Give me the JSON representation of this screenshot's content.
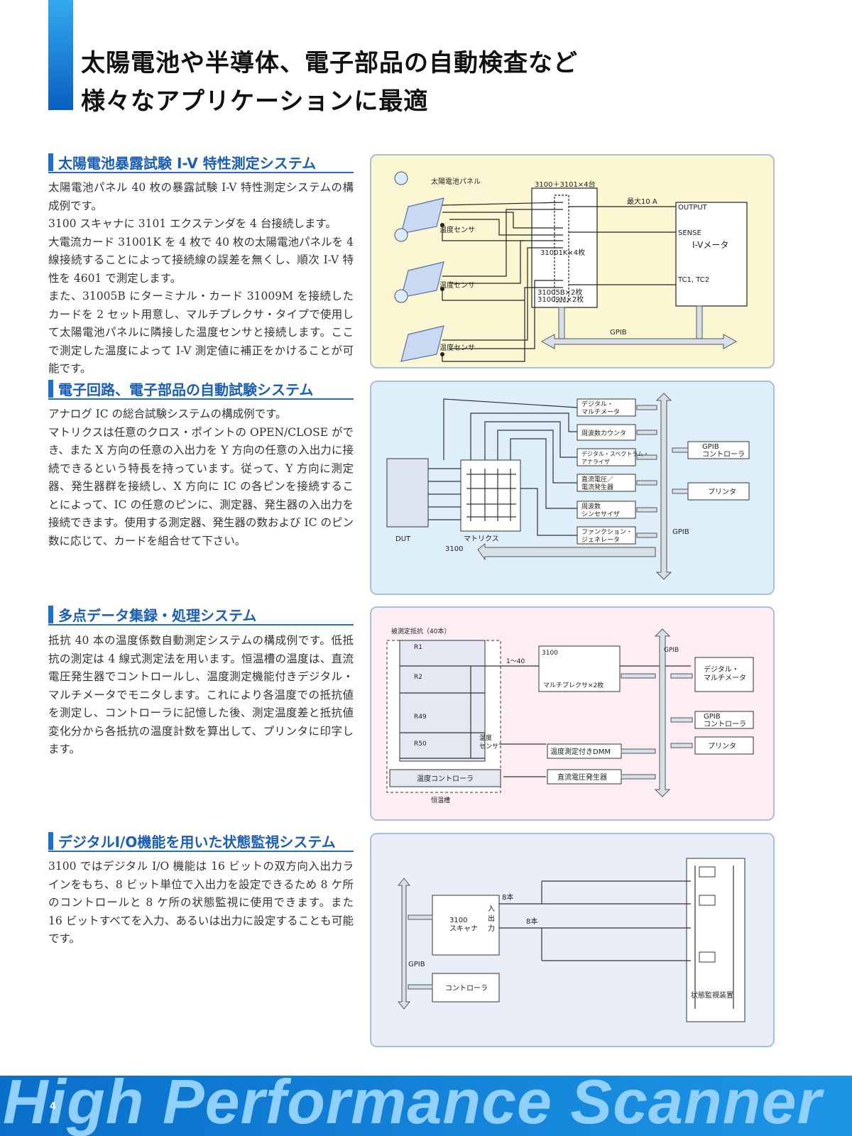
{
  "headline": {
    "line1": "太陽電池や半導体、電子部品の自動検査など",
    "line2": "様々なアプリケーションに最適"
  },
  "sections": [
    {
      "title": "太陽電池暴露試験 I-V 特性測定システム",
      "paragraphs": [
        "太陽電池パネル 40 枚の暴露試験 I-V 特性測定システムの構成例です。",
        "3100 スキャナに 3101 エクステンダを 4 台接続します。",
        "大電流カード 31001K を 4 枚で 40 枚の太陽電池パネルを 4 線接続することによって接続線の誤差を無くし、順次 I-V 特性を 4601 で測定します。",
        "また、31005B にターミナル・カード 31009M を接続したカードを 2 セット用意し、マルチプレクサ・タイプで使用して太陽電池パネルに隣接した温度センサと接続します。ここで測定した温度によって I-V 測定値に補正をかけることが可能です。"
      ]
    },
    {
      "title": "電子回路、電子部品の自動試験システム",
      "paragraphs": [
        "アナログ IC の総合試験システムの構成例です。",
        "マトリクスは任意のクロス・ポイントの OPEN/CLOSE ができ、また X 方向の任意の入出力を Y 方向の任意の入出力に接続できるという特長を持っています。従って、Y 方向に測定器、発生器群を接続し、X 方向に IC の各ピンを接続することによって、IC の任意のピンに、測定器、発生器の入出力を接続できます。使用する測定器、発生器の数および IC のピン数に応じて、カードを組合せて下さい。"
      ]
    },
    {
      "title": "多点データ集録・処理システム",
      "paragraphs": [
        "抵抗 40 本の温度係数自動測定システムの構成例です。低抵抗の測定は 4 線式測定法を用います。恒温槽の温度は、直流電圧発生器でコントロールし、温度測定機能付きデジタル・マルチメータでモニタします。これにより各温度での抵抗値を測定し、コントローラに記憶した後、測定温度差と抵抗値変化分から各抵抗の温度計数を算出して、プリンタに印字します。"
      ]
    },
    {
      "title": "デジタルI/O機能を用いた状態監視システム",
      "paragraphs": [
        "3100 ではデジタル I/O 機能は 16 ビットの双方向入出力ラインをもち、8 ビット単位で入出力を設定できるため 8 ケ所のコントロールと 8 ケ所の状態監視に使用できます。また 16 ビットすべてを入力、あるいは出力に設定することも可能です。"
      ]
    }
  ],
  "diagram1": {
    "panel_label": "太陽電池パネル",
    "temp_sensor": "温度センサ",
    "unit_top": "3100＋3101×4台",
    "card1": "31001K×4枚",
    "card2a": "31005B×2枚",
    "card2b": "31009M×2枚",
    "current": "最大10 A",
    "output": "OUTPUT",
    "sense": "SENSE",
    "meter": "I-Vメータ",
    "tc": "TC1, TC2",
    "gpib": "GPIB"
  },
  "diagram2": {
    "dut": "DUT",
    "matrix": "マトリクス",
    "unit": "3100",
    "gpib": "GPIB",
    "instruments": [
      [
        "デジタル・",
        "マルチメータ"
      ],
      [
        "周波数カウンタ"
      ],
      [
        "デジタル・スペクトラム・",
        "アナライザ"
      ],
      [
        "直流電圧／",
        "電流発生器"
      ],
      [
        "周波数",
        "シンセサイザ"
      ],
      [
        "ファンクション・",
        "ジェネレータ"
      ]
    ],
    "controller": [
      "GPIB",
      "コントローラ"
    ],
    "printer": "プリンタ"
  },
  "diagram3": {
    "resistors_label": "被測定抵抗（40本）",
    "r_labels": [
      "R1",
      "R2",
      "R49",
      "R50"
    ],
    "range": "1〜40",
    "unit": "3100",
    "mux": "マルチプレクサ×2枚",
    "gpib": "GPIB",
    "dmm": [
      "デジタル・",
      "マルチメータ"
    ],
    "controller": [
      "GPIB",
      "コントローラ"
    ],
    "printer": "プリンタ",
    "temp_sensor": [
      "温度",
      "センサ"
    ],
    "temp_dmm": "温度測定付きDMM",
    "temp_ctrl": "温度コントローラ",
    "dc_gen": "直流電圧発生器",
    "chamber": "恒温槽"
  },
  "diagram4": {
    "scanner": [
      "3100",
      "スキャナ"
    ],
    "io": [
      "入",
      "出",
      "力"
    ],
    "bits1": "8本",
    "bits2": "8本",
    "gpib": "GPIB",
    "controller": "コントローラ",
    "monitor": "状態監視装置"
  },
  "footer": {
    "title": "High Performance Scanner",
    "page": "4"
  },
  "colors": {
    "accent": "#1e6fc9",
    "panel1_bg": "#fbf7d3",
    "panel2_bg": "#deeffa",
    "panel3_bg": "#fdeef4",
    "panel4_bg": "#e9eef8",
    "footer_bg": "#1182d8"
  }
}
